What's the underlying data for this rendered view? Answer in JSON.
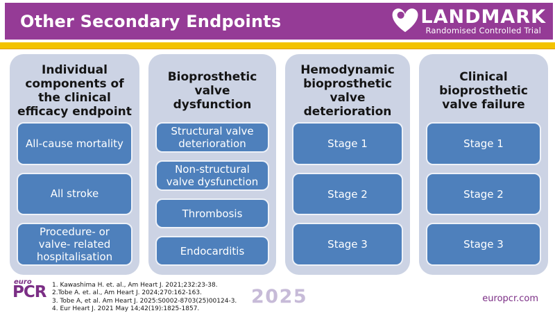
{
  "header": {
    "title": "Other Secondary Endpoints",
    "logo": {
      "icon": "heart-check-icon",
      "name": "LANDMARK",
      "subtitle": "Randomised Controlled Trial"
    }
  },
  "columns": [
    {
      "title": "Individual components of the clinical efficacy endpoint",
      "items": [
        "All-cause mortality",
        "All stroke",
        "Procedure- or valve- related hospitalisation"
      ]
    },
    {
      "title": "Bioprosthetic valve dysfunction",
      "items": [
        "Structural valve deterioration",
        "Non-structural valve dysfunction",
        "Thrombosis",
        "Endocarditis"
      ]
    },
    {
      "title": "Hemodynamic bioprosthetic valve deterioration",
      "items": [
        "Stage 1",
        "Stage 2",
        "Stage 3"
      ]
    },
    {
      "title": "Clinical bioprosthetic valve failure",
      "items": [
        "Stage 1",
        "Stage 2",
        "Stage 3"
      ]
    }
  ],
  "footer": {
    "references": [
      "1. Kawashima H. et. al., Am Heart J. 2021;232:23-38.",
      "2.Tobe A. et. al., Am Heart J. 2024;270:162-163.",
      "3. Tobe A, et al. Am Heart J. 2025:S0002-8703(25)00124-3.",
      "4. Eur Heart J. 2021 May 14;42(19):1825-1857."
    ],
    "year": "2025",
    "pcr_logo_top": "euro",
    "pcr_logo_bottom": "PCR",
    "website": "europcr.com"
  },
  "colors": {
    "purple": "#953b96",
    "gold": "#f3c300",
    "panel": "#ccd3e4",
    "boxblue": "#4e80bc",
    "eupurple": "#7b2e85",
    "lavender": "#c7bbd8"
  }
}
